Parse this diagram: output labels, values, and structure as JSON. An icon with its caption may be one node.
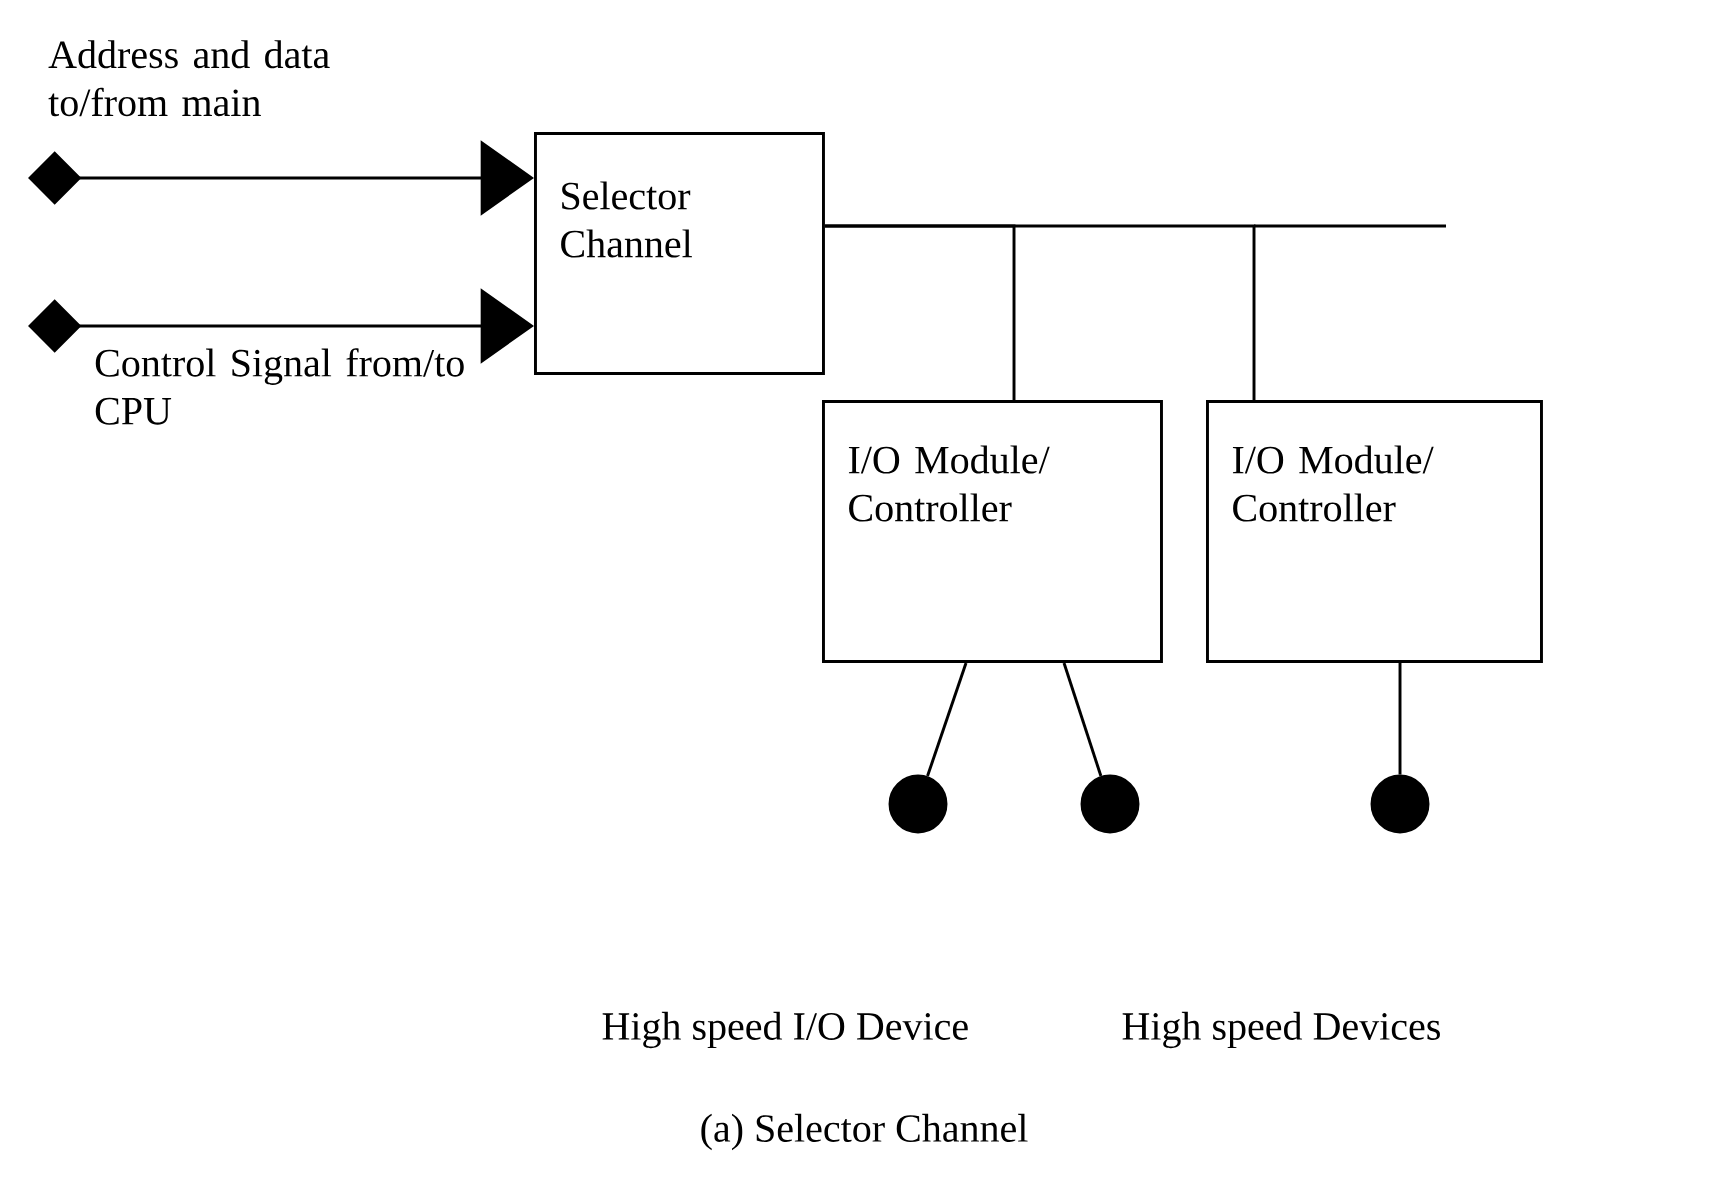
{
  "diagram": {
    "caption": "(a) Selector Channel",
    "nodes": [
      {
        "text": [
          "Selector Channel"
        ]
      },
      {
        "text": [
          "I/O Module/ Controller"
        ]
      },
      {
        "text": [
          "I/O Module/ Controller"
        ]
      },
      {
        "text": [],
        "shape": "circle"
      },
      {
        "text": [],
        "shape": "circle"
      },
      {
        "text": [],
        "shape": "circle"
      }
    ],
    "edges": [
      {
        "from": null,
        "to": 0,
        "arrow": "to",
        "label": "Address and data to/from main"
      },
      {
        "from": null,
        "to": 0,
        "arrow": "to",
        "label": "Control Signal from/to CPU"
      },
      {
        "from": 0,
        "to": 1,
        "arrow": "none"
      },
      {
        "from": 0,
        "to": 2,
        "arrow": "none"
      },
      {
        "from": 1,
        "to": 3,
        "arrow": "none"
      },
      {
        "from": 1,
        "to": 4,
        "arrow": "none"
      },
      {
        "from": 2,
        "to": 5,
        "arrow": "none"
      }
    ],
    "labels": [
      "High speed I/O Device",
      "High speed Devices"
    ]
  }
}
